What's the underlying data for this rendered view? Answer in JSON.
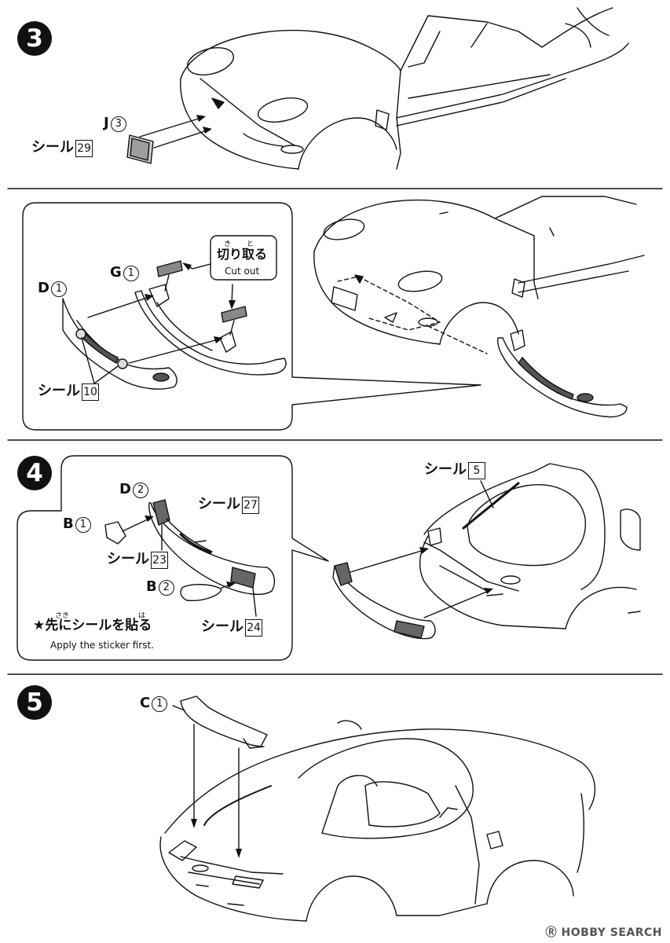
{
  "steps": {
    "s3": "3",
    "s4": "4",
    "s5": "5"
  },
  "step3": {
    "part_j": "J",
    "part_j_num": "3",
    "sticker_word": "シール",
    "sticker_29": "29"
  },
  "step3b": {
    "part_d": "D",
    "part_d_num": "1",
    "part_g": "G",
    "part_g_num": "1",
    "cut_ruby_1": "き",
    "cut_ruby_2": "と",
    "cut_jp": "切り取る",
    "cut_en": "Cut out",
    "sticker_word": "シール",
    "sticker_10": "10"
  },
  "step4": {
    "part_d": "D",
    "part_d_num": "2",
    "part_b1": "B",
    "part_b1_num": "1",
    "part_b2": "B",
    "part_b2_num": "2",
    "sticker_word": "シール",
    "sticker_27": "27",
    "sticker_23": "23",
    "sticker_24": "24",
    "sticker_5": "5",
    "note_ruby_1": "さき",
    "note_ruby_2": "は",
    "note_jp": "★先にシールを貼る",
    "note_en": "Apply the sticker first."
  },
  "step5": {
    "part_c": "C",
    "part_c_num": "1"
  },
  "watermark": "HOBBY SEARCH",
  "watermark_icon": "hobby-search-logo-icon"
}
